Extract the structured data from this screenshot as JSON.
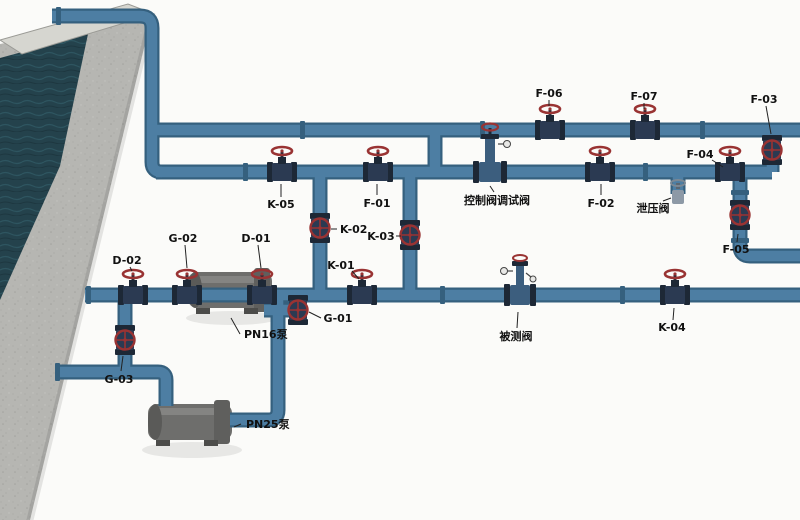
{
  "labels": {
    "k05": "K-05",
    "f01": "F-01",
    "k02": "K-02",
    "k03": "K-03",
    "f06": "F-06",
    "f07": "F-07",
    "f03": "F-03",
    "f04": "F-04",
    "f02": "F-02",
    "f05": "F-05",
    "k01": "K-01",
    "k04": "K-04",
    "d01": "D-01",
    "d02": "D-02",
    "g01": "G-01",
    "g02": "G-02",
    "g03": "G-03",
    "relief_valve": "泄压阀",
    "control_valve": "控制阀调试阀",
    "test_valve": "被测阀",
    "pump_pn16": "PN16泵",
    "pump_pn25": "PN25泵"
  },
  "colors": {
    "pipe": "#4d7ea3",
    "pipe_outline": "#35607e",
    "valve_body": "#1d2836",
    "valve_body_light": "#2b3a52",
    "handwheel": "#993333",
    "water": "#24424c",
    "concrete": "#b6b6b2",
    "pump": "#6e6e6c",
    "label_text": "#111111",
    "background": "#fbfbf9"
  }
}
